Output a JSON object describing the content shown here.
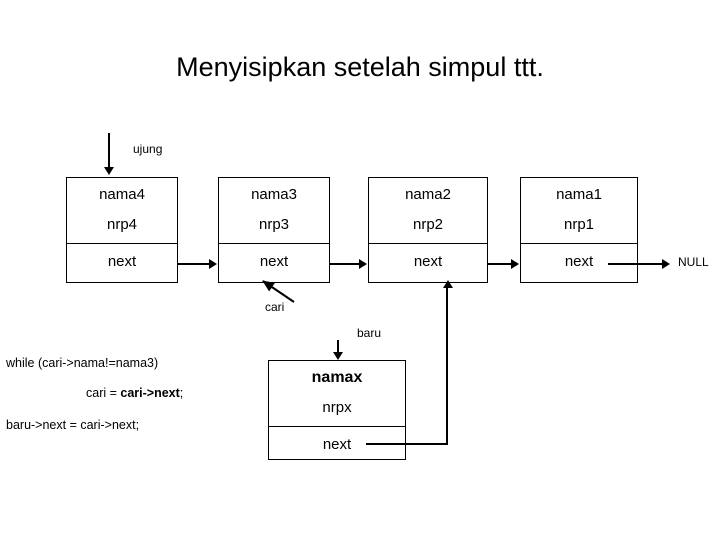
{
  "slide": {
    "title": "Menyisipkan setelah simpul ttt."
  },
  "list": {
    "head_pointer_label": "ujung",
    "terminator_label": "NULL",
    "nodes": [
      {
        "name": "nama4",
        "nrp": "nrp4",
        "next": "next"
      },
      {
        "name": "nama3",
        "nrp": "nrp3",
        "next": "next"
      },
      {
        "name": "nama2",
        "nrp": "nrp2",
        "next": "next"
      },
      {
        "name": "nama1",
        "nrp": "nrp1",
        "next": "next"
      }
    ]
  },
  "pointers": {
    "cari_label": "cari",
    "baru_label": "baru"
  },
  "new_node": {
    "name": "namax",
    "nrp": "nrpx",
    "next": "next"
  },
  "code": {
    "line1": "while (cari->nama!=nama3)",
    "line2_prefix": "cari = ",
    "line2_bold": "cari->next",
    "line2_suffix": ";",
    "line3": "baru->next = cari->next;"
  },
  "colors": {
    "ink": "#000000",
    "background": "#ffffff"
  }
}
